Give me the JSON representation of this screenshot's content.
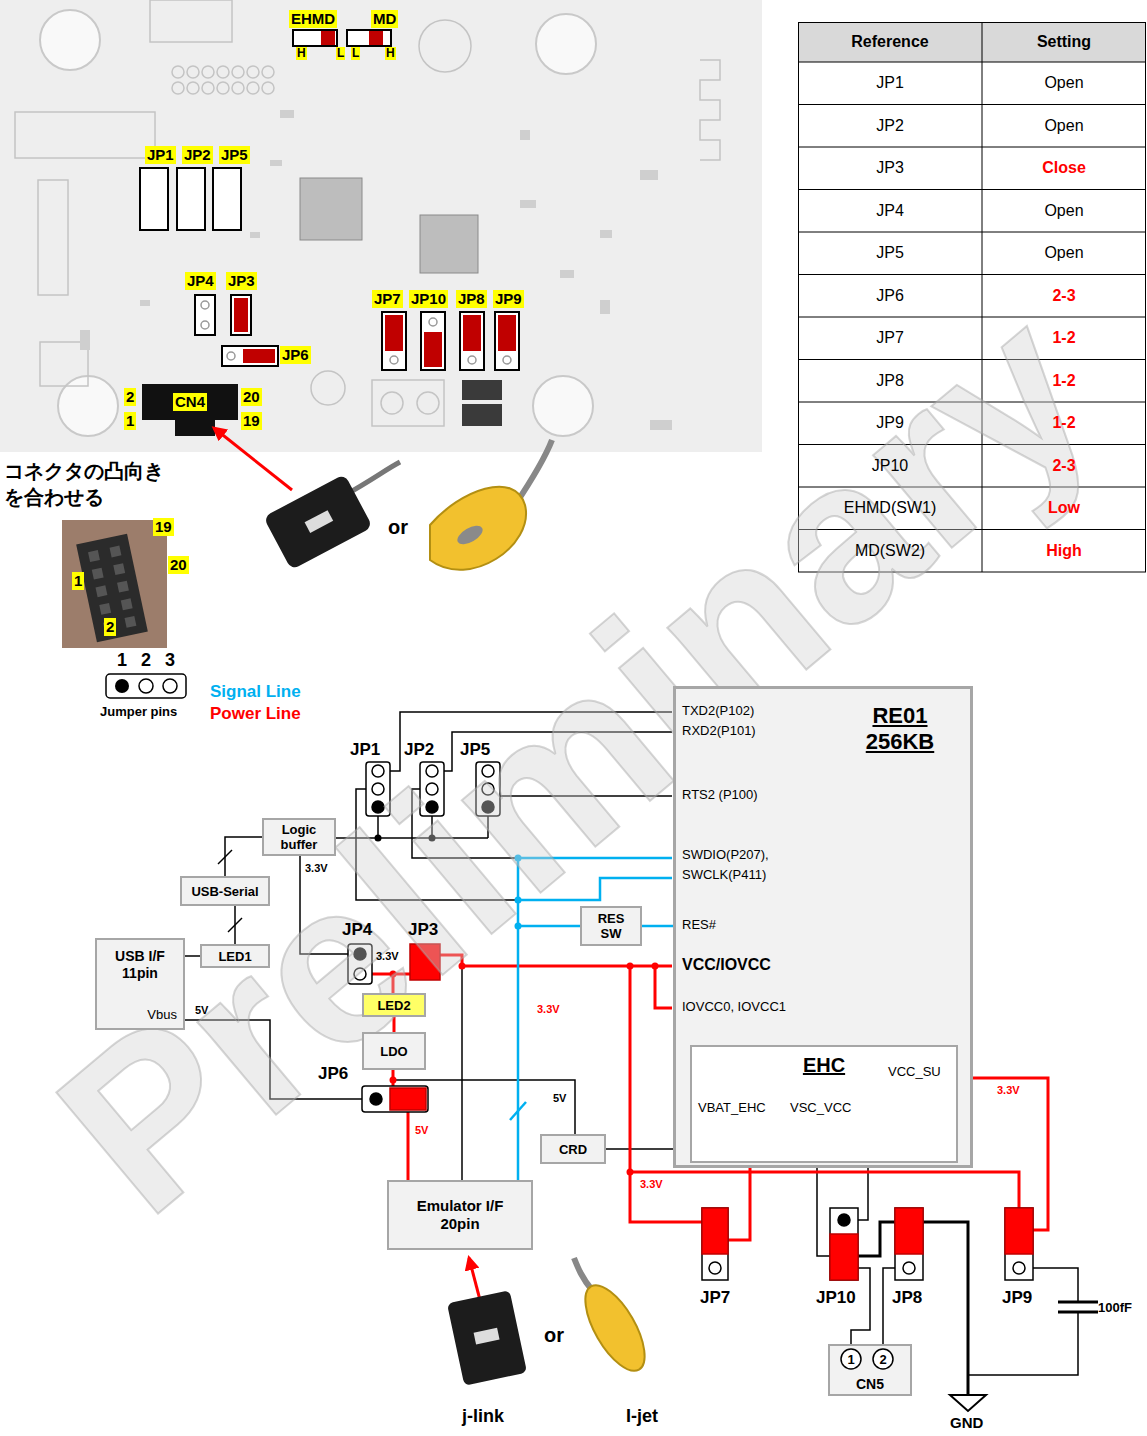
{
  "diagram": {
    "nodes": [
      {
        "text": [
          "CN4"
        ]
      },
      {
        "text": [
          "Logic buffer"
        ]
      },
      {
        "text": [
          "USB-Serial"
        ]
      },
      {
        "text": [
          "LED1"
        ]
      },
      {
        "text": [
          "USB I/F 11pin",
          "Vbus"
        ]
      },
      {
        "text": [
          "LED2"
        ]
      },
      {
        "text": [
          "LDO"
        ]
      },
      {
        "text": [
          "CRD"
        ]
      },
      {
        "text": [
          "RES SW"
        ]
      },
      {
        "text": [
          "Emulator I/F 20pin"
        ]
      },
      {
        "text": [
          "RE01 256KB"
        ]
      },
      {
        "text": [
          "EHC"
        ],
        "in": 10
      },
      {
        "text": [
          "CN5"
        ]
      },
      {
        "text": [
          "1"
        ],
        "in": 12
      },
      {
        "text": [
          "2"
        ],
        "in": 12
      }
    ],
    "edges": [
      {
        "from": 1,
        "to": 2,
        "arrow": "none"
      },
      {
        "from": 2,
        "to": 3,
        "arrow": "none"
      },
      {
        "from": 3,
        "to": 4,
        "arrow": "none"
      },
      {
        "from": 5,
        "to": 6,
        "arrow": "none"
      },
      {
        "from": 8,
        "to": 10,
        "arrow": "none"
      }
    ],
    "labels": [
      "EHMD",
      "MD",
      "H",
      "L",
      "L",
      "H",
      "JP1",
      "JP2",
      "JP5",
      "JP4",
      "JP3",
      "JP7",
      "JP10",
      "JP8",
      "JP9",
      "JP6",
      "2",
      "20",
      "1",
      "19",
      "コネクタの凸向き を合わせる",
      "19",
      "20",
      "1",
      "2",
      "or",
      "Reference",
      "Setting",
      "JP1",
      "Open",
      "JP2",
      "Open",
      "JP3",
      "Close",
      "JP4",
      "Open",
      "JP5",
      "Open",
      "JP6",
      "2-3",
      "JP7",
      "1-2",
      "JP8",
      "1-2",
      "JP9",
      "1-2",
      "JP10",
      "2-3",
      "EHMD(SW1)",
      "Low",
      "MD(SW2)",
      "High",
      "1",
      "2",
      "3",
      "Jumper pins",
      "JP1",
      "JP2",
      "JP5",
      "TXD2(P102)",
      "RXD2(P101)",
      "RTS2 (P100)",
      "SWDIO(P207),",
      "SWCLK(P411)",
      "RES#",
      "VCC/IOVCC",
      "IOVCC0, IOVCC1",
      "3.3V",
      "JP4",
      "JP3",
      "3.3V",
      "3.3V",
      "5V",
      "JP6",
      "5V",
      "5V",
      "3.3V",
      "VCC_SU",
      "VBAT_EHC",
      "VSC_VCC",
      "3.3V",
      "JP7",
      "JP10",
      "JP8",
      "JP9",
      "100fF",
      "GND",
      "or",
      "j-link",
      "I-jet",
      "Preliminary"
    ],
    "legend": [
      {
        "text": "Signal Line",
        "color": "#00b0f0"
      },
      {
        "text": "Power Line",
        "color": "#ff0000"
      }
    ]
  }
}
